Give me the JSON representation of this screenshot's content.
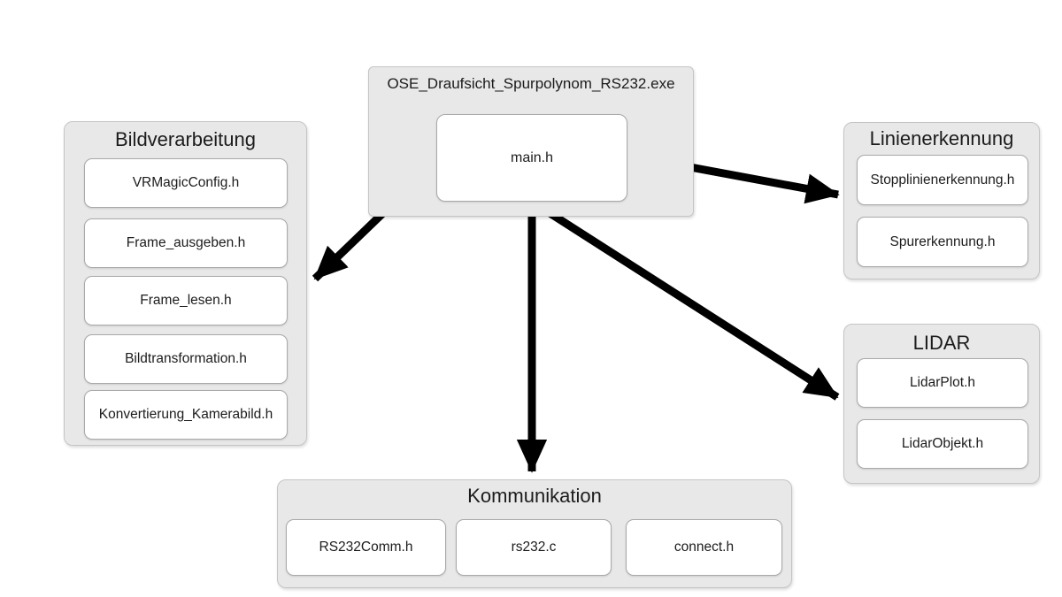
{
  "root_group": {
    "title": "OSE_Draufsicht_Spurpolynom_RS232.exe",
    "node_label": "main.h"
  },
  "groups": [
    {
      "title": "Bildverarbeitung",
      "items": [
        "VRMagicConfig.h",
        "Frame_ausgeben.h",
        "Frame_lesen.h",
        "Bildtransformation.h",
        "Konvertierung_Kamerabild.h"
      ]
    },
    {
      "title": "Linienerkennung",
      "items": [
        "Stopplinienerkennung.h",
        "Spurerkennung.h"
      ]
    },
    {
      "title": "LIDAR",
      "items": [
        "LidarPlot.h",
        "LidarObjekt.h"
      ]
    },
    {
      "title": "Kommunikation",
      "items": [
        "RS232Comm.h",
        "rs232.c",
        "connect.h"
      ]
    }
  ],
  "edges": [
    {
      "from": "main.h",
      "to": "Bildverarbeitung"
    },
    {
      "from": "main.h",
      "to": "Linienerkennung"
    },
    {
      "from": "main.h",
      "to": "LIDAR"
    },
    {
      "from": "main.h",
      "to": "Kommunikation"
    }
  ],
  "colors": {
    "background": "#ffffff",
    "group_bg": "#e8e8e8",
    "group_border": "#c5c5c5",
    "item_bg": "#ffffff",
    "item_border": "#a9a9a9",
    "arrow": "#000000",
    "text": "#1c1c1c"
  }
}
